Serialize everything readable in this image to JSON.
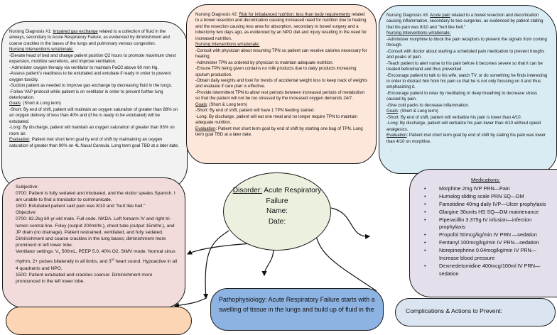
{
  "nursing_diagnosis_1": {
    "label": "Nursing Diagnosis #1: ",
    "diagnosis": "Impaired gas exchange",
    "statement": " related to a collection of fluid in the airways, secondary to Acute Respiratory Failure, as evidenced by diminishment and coarse crackles in the bases of the lungs and pulmonary venous congestion.",
    "interventions_heading": "Nursing Interventions w/rationale:",
    "interventions": [
      "-Elevate head of bed and change patient position Q2 hours to promote maximum chest expansion, mobilize secretions, and improve ventilation.",
      "- Administer oxygen therapy via ventilator to maintain PaO2 above 60 mm Hg.",
      "-Assess patient's readiness to be extubated and extubate if ready in order to prevent oxygen toxicity.",
      "-Suction patient as needed to improve gas exchange by decreasing fluid in the lungs.",
      "-Follow VAP protocol while patient is on ventilator in order to prevent further lung deterioration."
    ],
    "goals_label": "Goals",
    "goals_suffix": ": (Short & Long term)",
    "goal_short": "-Short: By end of shift, patient will maintain an oxygen saturation of greater than 88% on an oxygen delivery of less than 40% and (if he is ready to be extubated) will be extubated.",
    "goal_long": "-Long: By discharge, patient will maintain an oxygen saturation of greater than 93% on room air.",
    "evaluation_label": "Evaluation",
    "evaluation": ": Patient met short term goal by end of shift by maintaining an oxygen saturation of greater than 90% on 4L Nasal Cannula. Long term goal TBD at a later date."
  },
  "nursing_diagnosis_2": {
    "label": "Nursing Diagnosis #2: ",
    "diagnosis": "Risk for imbalanced nutrition: less than body requirements",
    "statement": " related to a bowel resection and decortication causing increased need for nutrition due to healing and the resection causing less area for absorption, secondary to bowel surgery and a lobectomy two days ago, as evidenced by an NPO diet and injury resulting in the need for increased nutrition.",
    "interventions_heading": "Nursing Interventions w/rationale:",
    "interventions": [
      "-Consult with physician about resuming TPN so patient can receive calories necessary for healing.",
      "-Administer TPN as ordered by physician to maintain adequate nutrition.",
      "-Ensure TPN being given contains no milk products due to dairy products increasing sputum production.",
      "-Obtain daily weights and look for trends of accidental weight loss to keep track of weights and evaluate if care plan is effective.",
      "-Provide intermittent TPN to allow rest periods between increased periods of metabolism so that the patient will not be too stressed by the increased oxygen demands 24/7."
    ],
    "goals_label": "Goals",
    "goals_suffix": ": (Short & Long term)",
    "goal_short": "-Short: By end of shift, patient will have 1 TPN feeding started.",
    "goal_long": "-Long: By discharge, patient will eat one meal and no longer require TPN to maintain adequate nutrition.",
    "evaluation_label": "Evaluation",
    "evaluation": ": Patient met short term goal by end of shift by starting one bag of TPN. Long term goal TBD at a later date."
  },
  "nursing_diagnosis_3": {
    "label": "Nursing Diagnosis #3: ",
    "diagnosis": "Acute pain",
    "statement": " related to a bowel resection and decortication causing inflammation, secondary to two surgeries, as evidenced by patient stating that his pain was 8/10 and \"hurt like hell.\"",
    "interventions_heading": "Nursing Interventions w/rationale:",
    "interventions": [
      "-Administer morphine to block the pain receptors to prevent the signals from coming through.",
      "-Consult with doctor about starting a scheduled pain medication to prevent troughs and peaks of pain.",
      "-Teach patient to alert nurse to his pain before it becomes severe so that it can be treated beforehand and thus prevented.",
      "-Encourage patient to talk to his wife, watch TV, or do something he finds interesting in order to distract him from his pain so that he is not only focusing on it and thus emphasizing it.",
      "-Encourage patient to relax by meditating or deep breathing to decrease stress caused by pain.",
      "-Give cold packs to decrease inflammation."
    ],
    "goals_label": "Goals",
    "goals_suffix": ": (Short & Long term)",
    "goal_short": "-Short: By end of shift, patient will verbalize his pain is lower than 4/10.",
    "goal_long": "-Long: By discharge, patient will verbalize his pain lower than 4/10 without opioid analgesics.",
    "evaluation_label": "Evaluation",
    "evaluation": ": Patient met short term goal by end of shift by stating his pain was lower than 4/10 on morphine.",
    "trailing_bullet": "."
  },
  "assessment": {
    "subjective_heading": "Subjective:",
    "subjective": [
      "0700: Patient is fully sedated and intubated, and the visitor speaks Spanish. I am unable to find a translator to communicate.",
      "1500: Extubated patient said pain was 8/10 and \"hurt like hell.\""
    ],
    "objective_heading": "Objective:",
    "objective_0700": "0700: 82.2kg 60-yr-old male. Full code. NKDA. Left forearm IV and right tri-lumen central line. Foley (output 200ml/hr.), chest tube (output 15ml/hr.), and JP drain (no drainage). Patient restrained, ventilated, and fully sedated. Diminishment and coarse crackles in the lung bases; diminishment more prominent in left lower lobe.",
    "vent_prefix": "Ventilator settings: V",
    "vent_sub": "T",
    "vent_mid": " 500mL, PEEP 5.0, 40% O2, SIMV mode. Normal sinus rhythm, 2+ pulses bilaterally in all limbs, and 3",
    "vent_sup": "rd",
    "vent_suffix": " heart sound. Hypoactive in all 4 quadrants and NPO.",
    "objective_1500": "1500: Patient extubated and crackles coarser. Diminishment more pronounced in the left lower lobe."
  },
  "disorder": {
    "label": "Disorder:",
    "value": " Acute Respiratory Failure",
    "name_label": "Name:",
    "date_label": "Date:"
  },
  "pathophysiology": {
    "text": "Pathophysiology: Acute Respiratory Failure starts with a swelling of tissue in the lungs and build up of fluid in the"
  },
  "medications": {
    "title": "Medications:",
    "items": [
      "Morphine 2mg IVP PRN—Pain",
      "Humalog sliding scale PRN SQ—DM",
      "Famotidine 40mg daily IVP—Ulcer prophylaxis",
      "Glargine 30units HS SQ—DM maintenance",
      "Piperacillin 3.375g IV infusion—infection prophylaxis",
      "Propofol 50mcg/kg/min IV PRN —sedation",
      "Fentanyl 100mcg/kg/min IV PRN—sedation",
      "Norepinephrine 0.04mcg/kg/min IV PRN—Increase blood pressure",
      "Dexmedetomidine 400mcg/100ml IV PRN—sedation"
    ]
  },
  "complications": {
    "title": "Complications & Actions to Prevent:"
  },
  "colors": {
    "nd1_bg": "#f2f2f2",
    "nd2_bg": "#fde7da",
    "nd3_bg": "#d9ecf3",
    "assessment_bg": "#f2dcdb",
    "disorder_bg": "#ebf1de",
    "patho_bg": "#8db3e2",
    "meds_bg": "#e5dfec",
    "complications_bg": "#dbe5f1",
    "bottom_left_bg": "#fcd5b4"
  }
}
